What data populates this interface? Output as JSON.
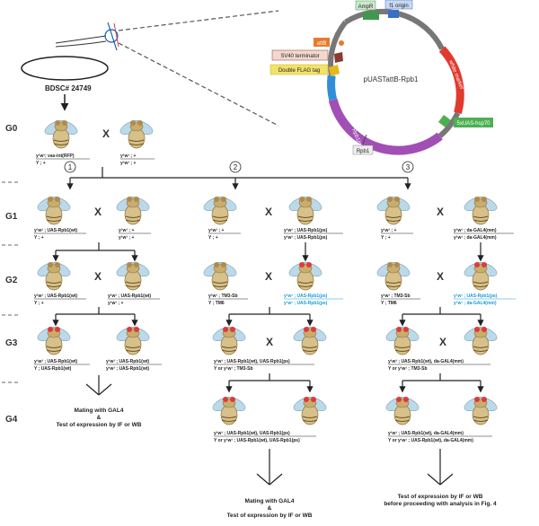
{
  "stock_label": "BDSC# 24749",
  "generations": [
    "G0",
    "G1",
    "G2",
    "G3",
    "G4"
  ],
  "scheme_numbers": [
    "1",
    "2",
    "3"
  ],
  "cross_symbol": "X",
  "plasmid": {
    "name": "pUASTattB-Rpb1",
    "features": {
      "ampr": "AmpR",
      "f1_origin": "f1 origin",
      "whitep": "white marker",
      "attb": "attB",
      "sv40": "SV40 terminator",
      "flag": "Double FLAG tag",
      "rpb1_mut": "Rpb1/mm mutations",
      "rpb1": "Rpb1",
      "uas": "5xUAS-hsp70"
    }
  },
  "genotypes": {
    "g0_left_num": "y¹w¹; vas-int(RFP)",
    "g0_left_den": "Y ;  +",
    "g0_right_num": "y¹w¹ ;  +",
    "g0_right_den": "y¹w¹ ;  +",
    "g1a_left_num": "y¹w¹ ; UAS-Rpb1(wt)",
    "g1a_left_den": "Y ;  +",
    "g1a_right_num": "y¹w¹ ;  +",
    "g1a_right_den": "y¹w¹ ;  +",
    "g1b_left_num": "y¹w¹ ;  +",
    "g1b_left_den": "Y ;  +",
    "g1b_right_num": "y¹w¹ ; UAS-Rpb1(ps)",
    "g1b_right_den": "y¹w¹ ; UAS-Rpb1(ps)",
    "g1c_left_num": "y¹w¹ ;  +",
    "g1c_left_den": "Y ;  +",
    "g1c_right_num": "y¹w¹ ; da-GAL4(mm)",
    "g1c_right_den": "y¹w¹ ; da-GAL4(mm)",
    "g2a_left_num": "y¹w¹ ; UAS-Rpb1(wt)",
    "g2a_left_den": "Y ;  +",
    "g2a_right_num": "y¹w¹ ; UAS-Rpb1(wt)",
    "g2a_right_den": "y¹w¹ ;  +",
    "g2b_left_num": "y¹w¹ ; TM3-Sb",
    "g2b_left_den": "Y ; TM6",
    "g2b_right_num": "y¹w¹ ; UAS-Rpb1(ps)",
    "g2b_right_den": "y¹w¹ ; UAS-Rpb1(ps)",
    "g2c_left_num": "y¹w¹ ; TM3-Sb",
    "g2c_left_den": "Y ; TM6",
    "g2c_right_num": "y¹w¹ ; UAS-Rpb1(ps)",
    "g2c_right_den": "y¹w¹ ; da-GAL4(mm)",
    "g3a_left_num": "y¹w¹ ; UAS-Rpb1(wt)",
    "g3a_left_den": "Y ; UAS-Rpb1(wt)",
    "g3a_right_num": "y¹w¹ ; UAS-Rpb1(wt)",
    "g3a_right_den": "y¹w¹ ; UAS-Rpb1(wt)",
    "g3b_num": "y¹w¹ ; UAS-Rpb1(wt), UAS-Rpb1(ps)",
    "g3b_den": "Y or y¹w¹ ; TM3-Sb",
    "g3c_num": "y¹w¹ ; UAS-Rpb1(wt), da-GAL4(mm)",
    "g3c_den": "Y or y¹w¹ ; TM3-Sb",
    "g4b_num": "y¹w¹ ; UAS-Rpb1(wt), UAS-Rpb1(ps)",
    "g4b_den": "Y or y¹w¹ ; UAS-Rpb1(wt), UAS-Rpb1(ps)",
    "g4c_num": "y¹w¹ ; UAS-Rpb1(wt), da-GAL4(mm)",
    "g4c_den": "Y or y¹w¹ ; UAS-Rpb1(wt), da-GAL4(mm)"
  },
  "outcomes": {
    "a_line1": "Mating with GAL4",
    "a_line2": "&",
    "a_line3": "Test of expression by IF or WB",
    "b_line1": "Mating with GAL4",
    "b_line2": "&",
    "b_line3": "Test of expression by IF or WB",
    "c_line1": "Test of expression by IF or WB",
    "c_line2": "before proceeding with analysis in Fig. 4"
  },
  "colors": {
    "arrow": "#222222",
    "dash": "#666666",
    "blue_genotype": "#1a9ad6",
    "backbone": "#777777",
    "red_segment": "#e03a2f",
    "purple_segment": "#a24fb5",
    "blue_segment": "#2e8fd8",
    "green_feature": "#4caf50",
    "orange_feature": "#e87a2c"
  }
}
